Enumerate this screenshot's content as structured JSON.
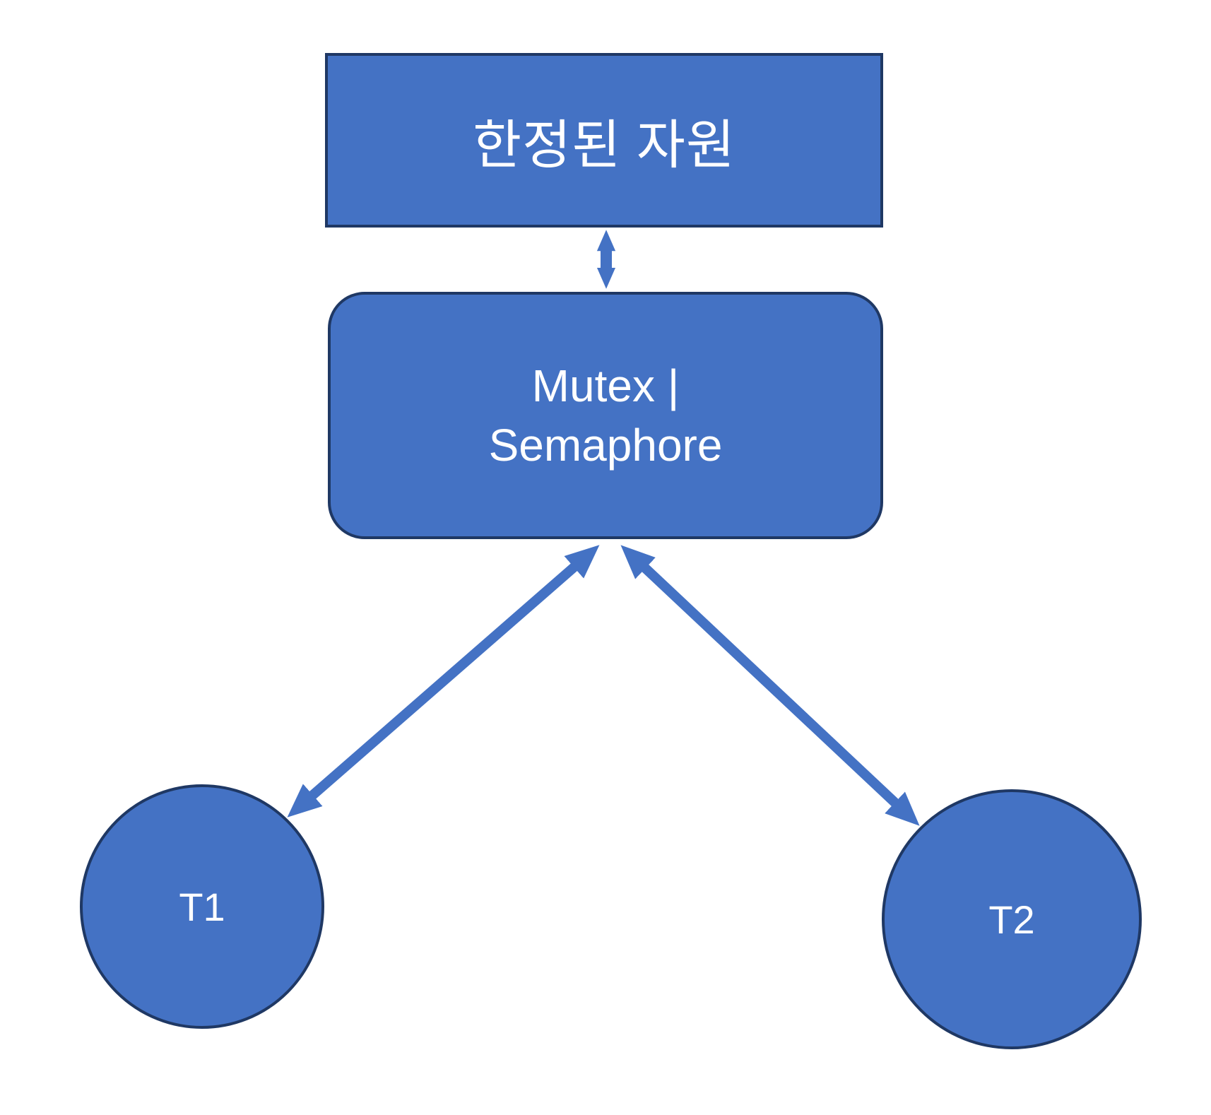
{
  "diagram": {
    "description": "Synchronization diagram: two threads access a limited resource through a Mutex or Semaphore",
    "colors": {
      "node_fill": "#4472C4",
      "node_border": "#1F3864",
      "arrow": "#4472C4",
      "label_text": "#FFFFFF",
      "background": "#FFFFFF"
    },
    "nodes": {
      "resource": {
        "label": "한정된 자원",
        "shape": "rectangle"
      },
      "lock": {
        "label_line1": "Mutex |",
        "label_line2": "Semaphore",
        "shape": "rounded-rectangle"
      },
      "thread1": {
        "label": "T1",
        "shape": "circle"
      },
      "thread2": {
        "label": "T2",
        "shape": "circle"
      }
    },
    "edges": [
      {
        "id": "resource-lock",
        "from": "resource",
        "to": "lock",
        "style": "double-headed-arrow"
      },
      {
        "id": "lock-thread1",
        "from": "lock",
        "to": "thread1",
        "style": "double-headed-arrow"
      },
      {
        "id": "lock-thread2",
        "from": "lock",
        "to": "thread2",
        "style": "double-headed-arrow"
      }
    ]
  }
}
